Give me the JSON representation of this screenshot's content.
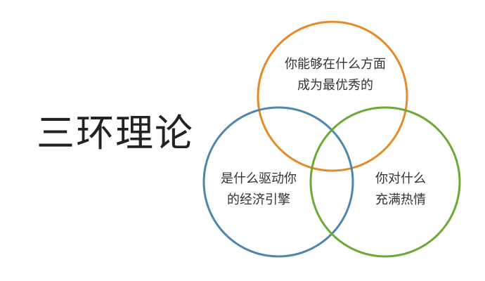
{
  "title": "三环理论",
  "circles": [
    {
      "id": "top",
      "color": "#E58A2A",
      "lines": [
        "你能够在什么方面",
        "成为最优秀的"
      ]
    },
    {
      "id": "left",
      "color": "#4E87AE",
      "lines": [
        "是什么驱动你",
        "的经济引擎"
      ]
    },
    {
      "id": "right",
      "color": "#6AAA35",
      "lines": [
        "你对什么",
        "充满热情"
      ]
    }
  ]
}
